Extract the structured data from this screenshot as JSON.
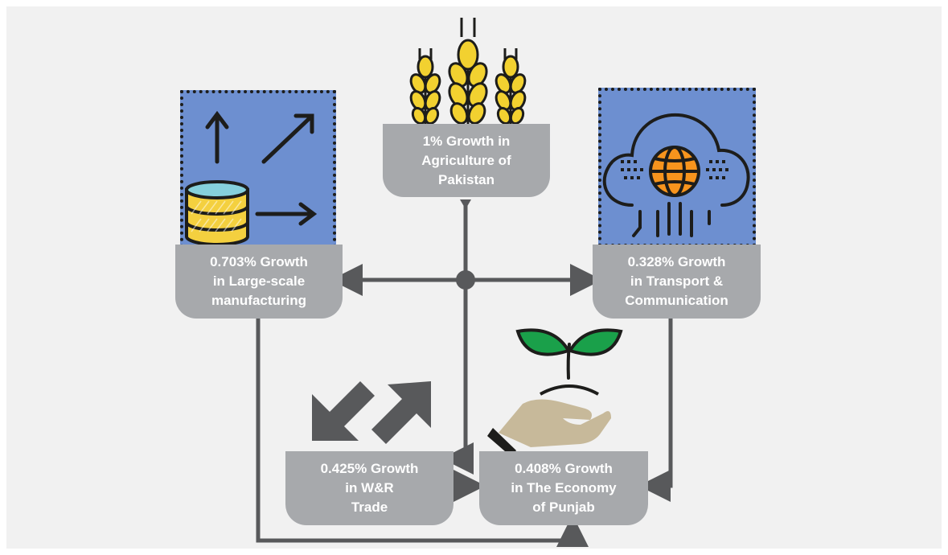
{
  "nodes": {
    "agriculture": [
      "1% Growth in",
      "Agriculture of",
      "Pakistan"
    ],
    "manufacturing": [
      "0.703% Growth",
      "in Large-scale",
      "manufacturing"
    ],
    "transport": [
      "0.328% Growth",
      "in Transport &",
      "Communication"
    ],
    "trade": [
      "0.425% Growth",
      "in W&R",
      "Trade"
    ],
    "punjab": [
      "0.408% Growth",
      "in The Economy",
      "of Punjab"
    ]
  },
  "icons": {
    "agriculture": "wheat-icon",
    "manufacturing": "database-growth-icon",
    "transport": "cloud-globe-icon",
    "trade": "two-way-arrows-icon",
    "punjab": "hand-sprout-icon"
  },
  "colors": {
    "background": "#f1f1f1",
    "box": "#a7a9ac",
    "box_text": "#ffffff",
    "connector": "#58595b",
    "tile": "#6d8fd0",
    "wheat": "#f2d130",
    "database": "#f4d03f",
    "database_top": "#86d0dc",
    "globe": "#f7941d",
    "leaf": "#1aa04a",
    "hand": "#c7b99a",
    "trade_arrows": "#58595b"
  }
}
